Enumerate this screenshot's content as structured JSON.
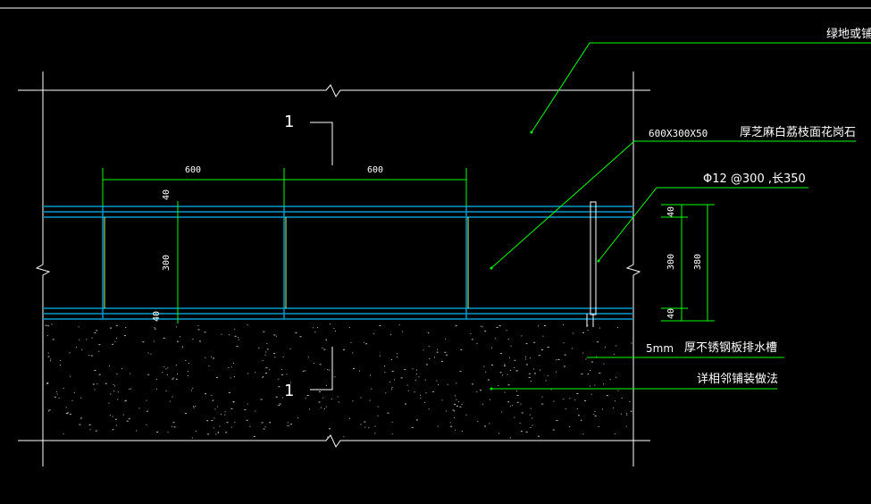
{
  "drawing": {
    "background": "#000000",
    "colors": {
      "outline": "#ffffff",
      "grid": "#0099cc",
      "dimension": "#00ff00",
      "leader": "#00ff00",
      "text": "#ffffff",
      "hatch": "#cccccc",
      "drain": "#ffffff"
    },
    "section_marks": {
      "top": "1",
      "bottom": "1"
    },
    "dimensions": {
      "top_left": "600",
      "top_right": "600",
      "v_top": "40",
      "v_mid": "300",
      "v_bottom": "40",
      "r_top": "40",
      "r_mid": "300",
      "r_bottom": "40",
      "r_total": "380"
    },
    "annotations": {
      "green_area": "绿地或铺",
      "stone_size": "600X300X50",
      "stone_desc": "厚芝麻白荔枝面花岗石",
      "rebar": "Φ12 @300 ,长350",
      "drain_thk": "5mm",
      "drain_desc": "厚不锈钢板排水槽",
      "paving": "详相邻铺装做法"
    }
  }
}
